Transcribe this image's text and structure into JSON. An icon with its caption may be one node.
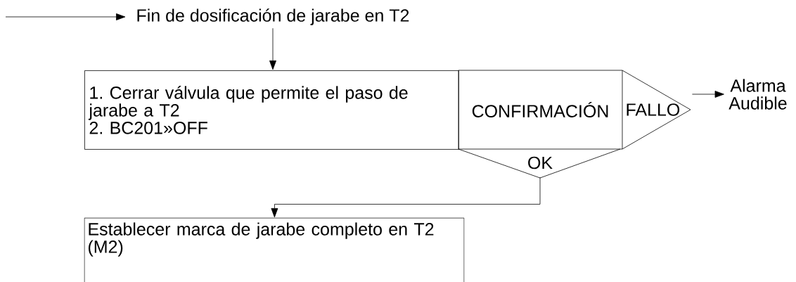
{
  "diagram": {
    "nodes": [
      {
        "text": [
          "Fin de dosificación de jarabe en T2"
        ]
      },
      {
        "text": [
          "1. Cerrar válvula que permite el paso de jarabe a T2",
          "2. BC201»OFF"
        ]
      },
      {
        "text": [
          "CONFIRMACIÓN"
        ]
      },
      {
        "text": [
          "FALLO"
        ]
      },
      {
        "text": [
          "OK"
        ]
      },
      {
        "text": [
          "Alarma Audible"
        ]
      },
      {
        "text": [
          "Establecer marca de jarabe completo en T2 (M2)"
        ]
      }
    ],
    "edges": [
      {
        "from": null,
        "to": 0,
        "arrow": "to"
      },
      {
        "from": 0,
        "to": 1,
        "arrow": "to"
      },
      {
        "from": 3,
        "to": 5,
        "arrow": "to"
      },
      {
        "from": 4,
        "to": 6,
        "arrow": "to"
      }
    ]
  }
}
